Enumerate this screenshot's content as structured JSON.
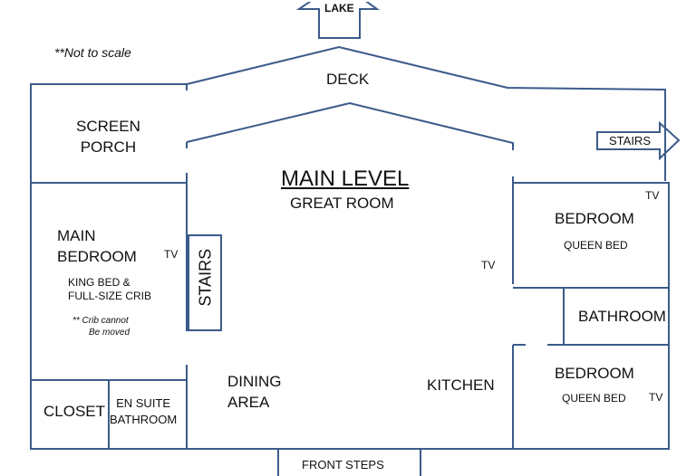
{
  "note": "**Not to scale",
  "lake": "LAKE",
  "deck": "DECK",
  "screen_porch": [
    "SCREEN",
    "PORCH"
  ],
  "stairs_outside": "STAIRS",
  "main_level": "MAIN LEVEL",
  "great_room": "GREAT ROOM",
  "main_bedroom": {
    "title": [
      "MAIN",
      "BEDROOM"
    ],
    "tv": "TV",
    "beds": [
      "KING BED &",
      "FULL-SIZE CRIB"
    ],
    "note": [
      "** Crib cannot",
      "Be moved"
    ]
  },
  "stairs_inside": "STAIRS",
  "great_room_tv": "TV",
  "bedroom_1": {
    "title": "BEDROOM",
    "bed": "QUEEN BED",
    "tv": "TV"
  },
  "bathroom": "BATHROOM",
  "bedroom_2": {
    "title": "BEDROOM",
    "bed": "QUEEN BED",
    "tv": "TV"
  },
  "kitchen": "KITCHEN",
  "dining": [
    "DINING",
    "AREA"
  ],
  "closet": "CLOSET",
  "en_suite": [
    "EN SUITE",
    "BATHROOM"
  ],
  "front_steps": "FRONT STEPS"
}
